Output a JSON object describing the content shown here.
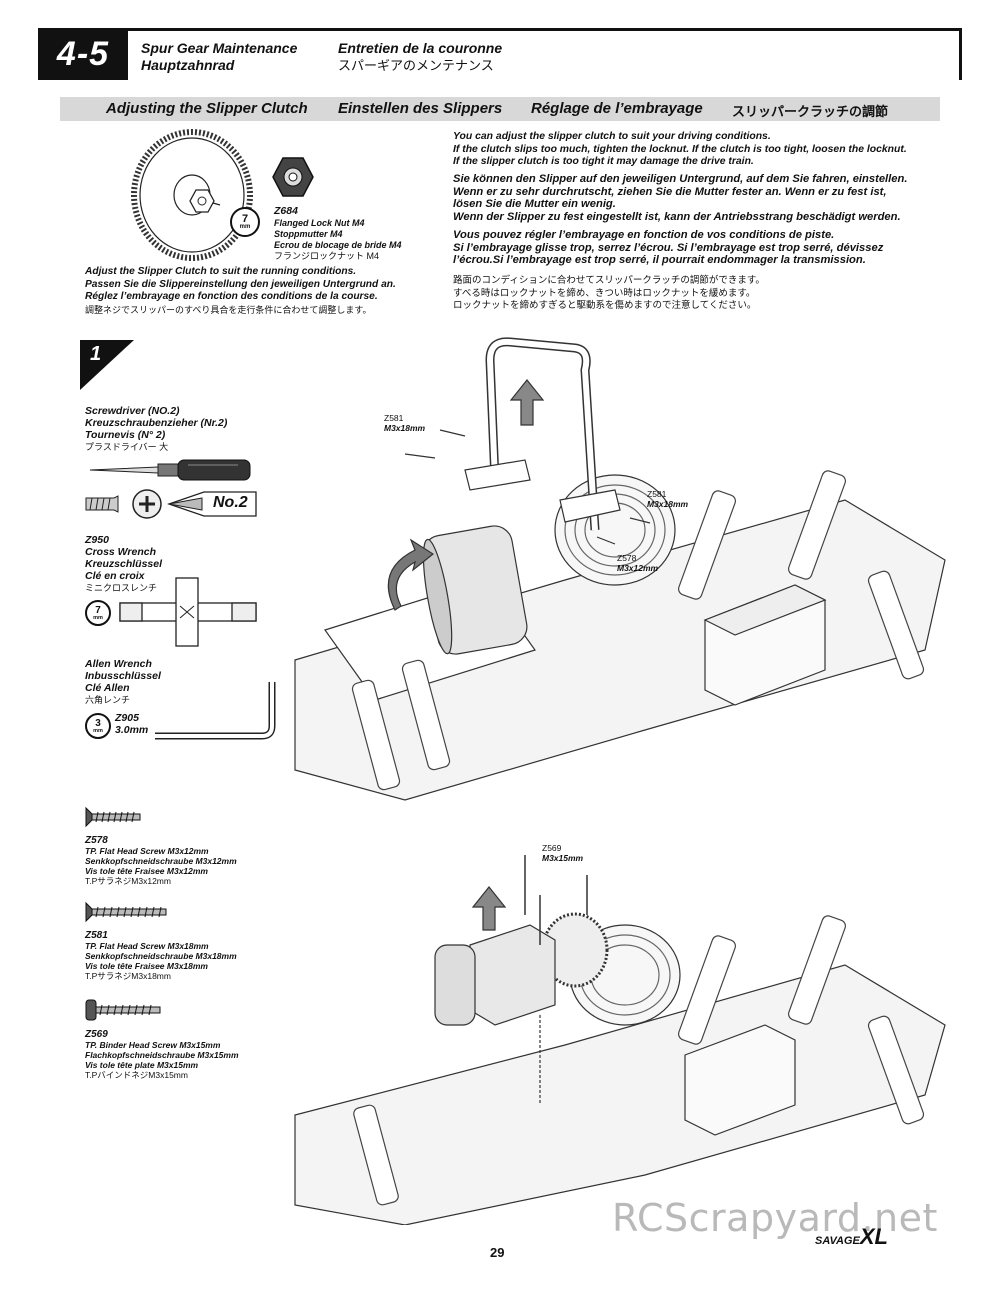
{
  "section": {
    "number": "4-5",
    "title_en": "Spur Gear Maintenance",
    "title_de": "Hauptzahnrad",
    "title_fr": "Entretien de la couronne",
    "title_jp": "スパーギアのメンテナンス"
  },
  "subheader": {
    "en": "Adjusting the Slipper Clutch",
    "de": "Einstellen des Slippers",
    "fr": "Réglage de l’embrayage",
    "jp": "スリッパークラッチの調節"
  },
  "intro": {
    "en": [
      "You can adjust the slipper clutch to suit your driving conditions.",
      "If the clutch slips too much, tighten the locknut. If the clutch is too tight, loosen the locknut.",
      "If the slipper clutch is too tight it may damage the drive train."
    ],
    "de": [
      "Sie können den Slipper auf den jeweiligen Untergrund, auf dem Sie fahren, einstellen.",
      "Wenn er zu sehr durchrutscht, ziehen Sie die Mutter fester an. Wenn er zu fest ist,",
      "lösen Sie die Mutter ein wenig.",
      "Wenn der Slipper zu fest eingestellt ist, kann der Antriebsstrang beschädigt werden."
    ],
    "fr": [
      "Vous pouvez régler l’embrayage en fonction de vos conditions de piste.",
      "Si l’embrayage glisse trop, serrez l’écrou. Si l’embrayage est trop serré, dévissez",
      "l’écrou.Si l’embrayage est trop serré, il pourrait endommager la transmission."
    ],
    "jp": [
      "路面のコンディションに合わせてスリッパークラッチの調節ができます。",
      "すべる時はロックナットを締め、きつい時はロックナットを緩めます。",
      "ロックナットを締めすぎると駆動系を傷めますので注意してください。"
    ]
  },
  "nut": {
    "wrench": "7",
    "wrench_unit": "mm",
    "code": "Z684",
    "lines": [
      "Flanged Lock Nut M4",
      "Stoppmutter M4",
      "Ecrou de blocage de bride M4",
      "フランジロックナット M4"
    ]
  },
  "adjust_caption": [
    "Adjust the Slipper Clutch to suit the running conditions.",
    "Passen Sie die Slippereinstellung den jeweiligen Untergrund an.",
    "Réglez l’embrayage en fonction des conditions de la course.",
    "調整ネジでスリッパーのすべり具合を走行条件に合わせて調整します。"
  ],
  "step": "1",
  "screwdriver": {
    "lines": [
      "Screwdriver (NO.2)",
      "Kreuzschraubenzieher (Nr.2)",
      "Tournevis (N° 2)",
      "プラスドライバー 大"
    ],
    "tag": "No.2"
  },
  "cross_wrench": {
    "code": "Z950",
    "lines": [
      "Cross Wrench",
      "Kreuzschlüssel",
      "Clé en croix",
      "ミニクロスレンチ"
    ],
    "size": "7",
    "unit": "mm"
  },
  "allen": {
    "lines": [
      "Allen Wrench",
      "Inbusschlüssel",
      "Clé Allen",
      "六角レンチ"
    ],
    "size": "3",
    "unit": "mm",
    "code": "Z905",
    "value": "3.0mm"
  },
  "parts": [
    {
      "code": "Z578",
      "lines": [
        "TP. Flat Head Screw M3x12mm",
        "Senkkopfschneidschraube M3x12mm",
        "Vis tole tête Fraisee M3x12mm",
        "T.PサラネジM3x12mm"
      ]
    },
    {
      "code": "Z581",
      "lines": [
        "TP. Flat Head Screw M3x18mm",
        "Senkkopfschneidschraube M3x18mm",
        "Vis tole tête Fraisee M3x18mm",
        "T.PサラネジM3x18mm"
      ]
    },
    {
      "code": "Z569",
      "lines": [
        "TP. Binder Head Screw M3x15mm",
        "Flachkopfschneidschraube M3x15mm",
        "Vis tole tête plate M3x15mm",
        "T.PバインドネジM3x15mm"
      ]
    }
  ],
  "callouts": {
    "a": {
      "code": "Z581",
      "size": "M3x18mm"
    },
    "b": {
      "code": "Z581",
      "size": "M3x18mm"
    },
    "c": {
      "code": "Z578",
      "size": "M3x12mm"
    },
    "d": {
      "code": "Z569",
      "size": "M3x15mm"
    }
  },
  "page_number": "29",
  "logo": {
    "small": "SAVAGE",
    "big": "XL"
  },
  "watermark": "RCScrapyard.net"
}
